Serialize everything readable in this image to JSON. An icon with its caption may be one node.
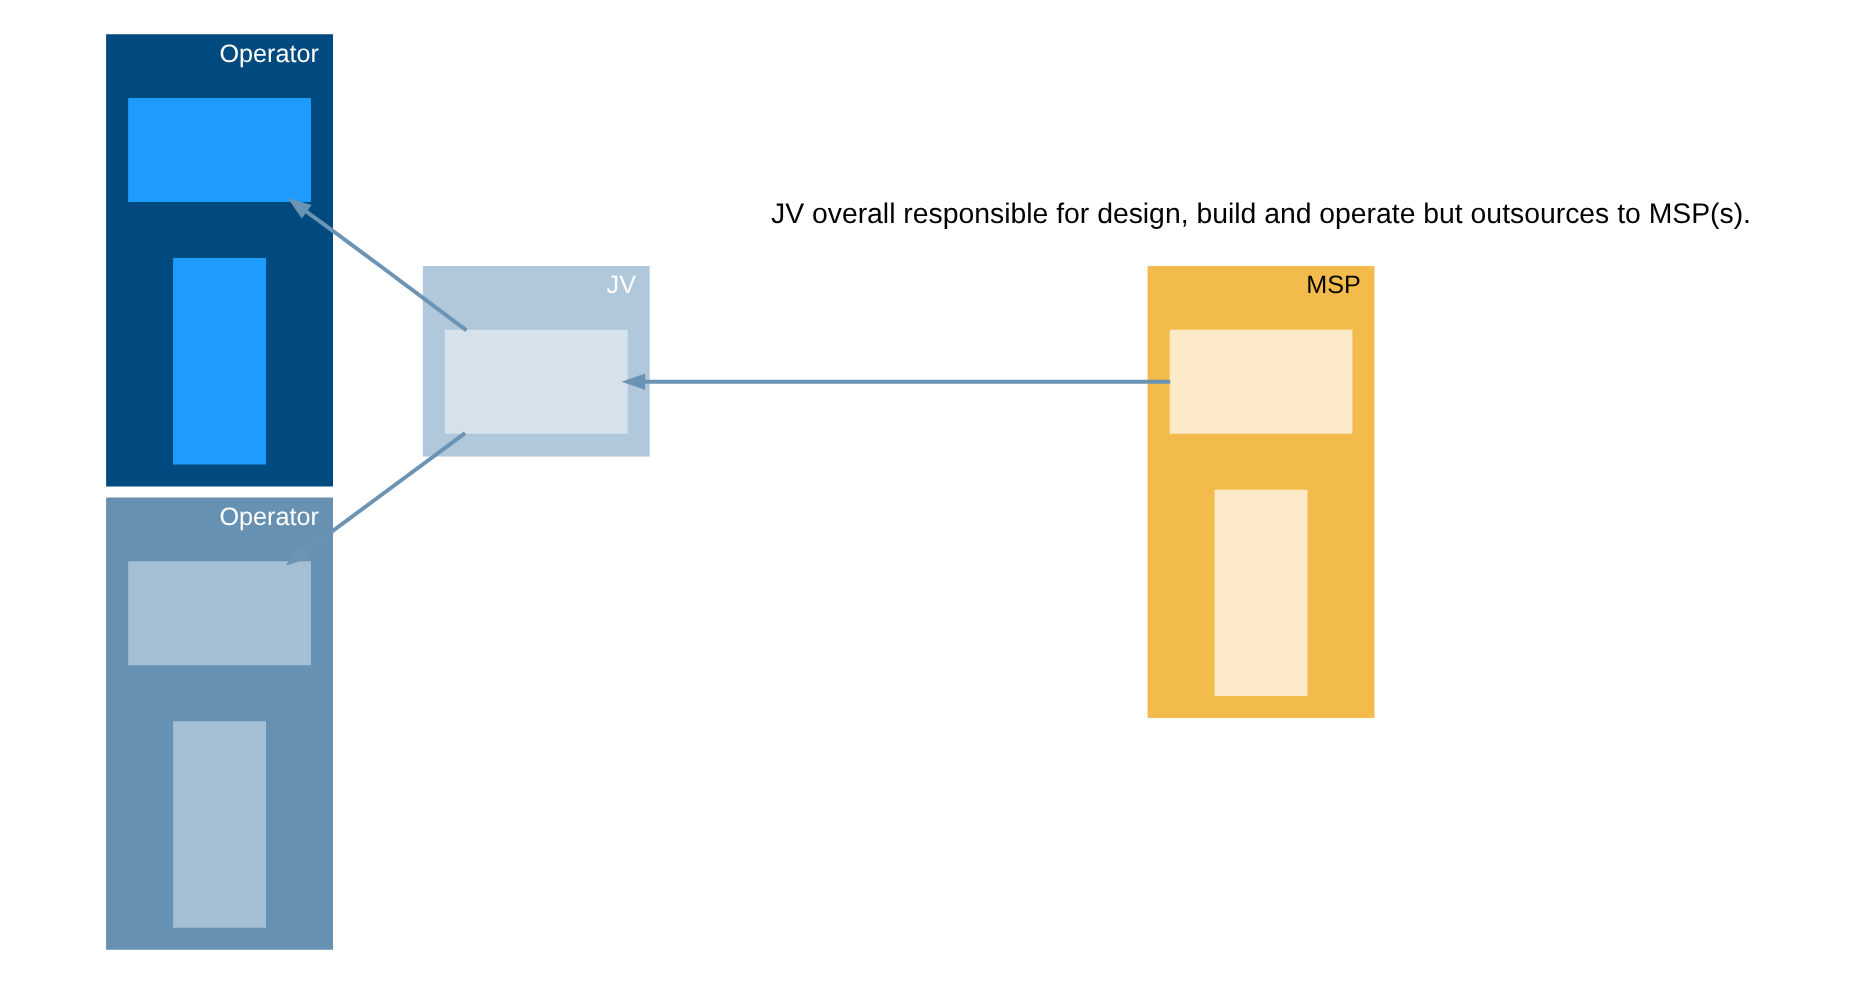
{
  "diagram": {
    "nodes": [
      {
        "text": [
          "Operator"
        ]
      },
      {
        "text": [],
        "shape": "box",
        "in": 0
      },
      {
        "text": [],
        "shape": "bar",
        "in": 0
      },
      {
        "text": [
          "JV"
        ]
      },
      {
        "text": [],
        "shape": "box",
        "in": 3
      },
      {
        "text": [
          "MSP"
        ]
      },
      {
        "text": [],
        "shape": "box",
        "in": 5
      },
      {
        "text": [],
        "shape": "bar",
        "in": 5
      },
      {
        "text": [
          "Operator"
        ]
      },
      {
        "text": [],
        "shape": "box",
        "in": 8
      },
      {
        "text": [],
        "shape": "bar",
        "in": 8
      }
    ],
    "edges": [
      {
        "from": 6,
        "to": 4,
        "arrow": "to"
      },
      {
        "from": 4,
        "to": 1,
        "arrow": "to"
      },
      {
        "from": 4,
        "to": 9,
        "arrow": "to"
      }
    ],
    "labels": [
      "JV overall responsible for design, build and operate but outsources to MSP(s)."
    ]
  }
}
